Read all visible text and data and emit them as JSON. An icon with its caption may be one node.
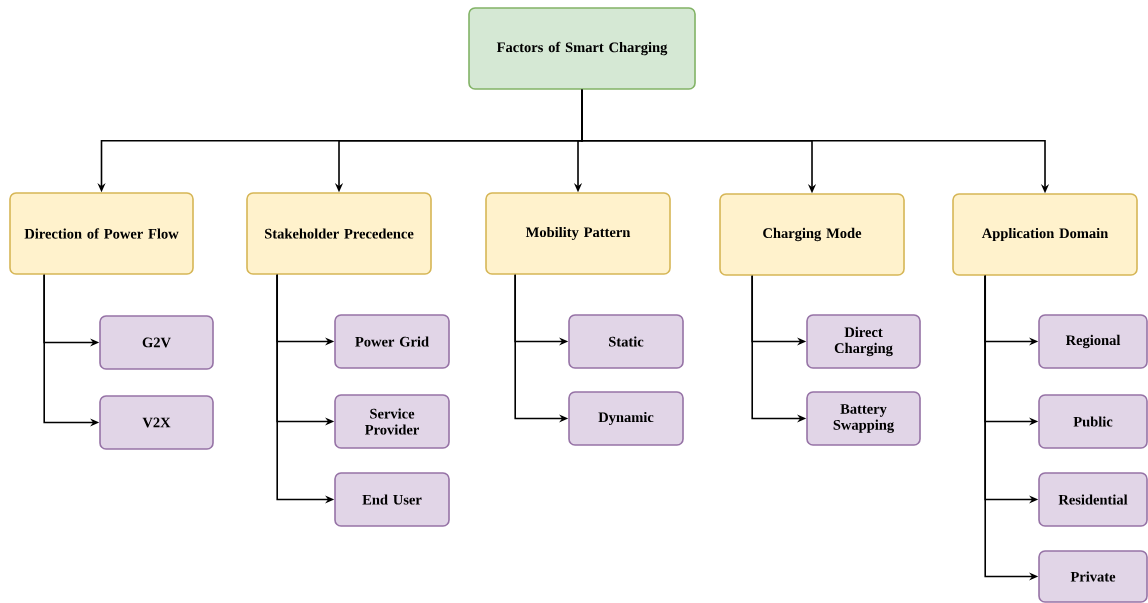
{
  "diagram": {
    "nodes": [
      {
        "text": [
          "Factors of Smart Charging"
        ]
      },
      {
        "text": [
          "Direction of Power Flow"
        ]
      },
      {
        "text": [
          "Stakeholder Precedence"
        ]
      },
      {
        "text": [
          "Mobility Pattern"
        ]
      },
      {
        "text": [
          "Charging Mode"
        ]
      },
      {
        "text": [
          "Application Domain"
        ]
      },
      {
        "text": [
          "G2V"
        ]
      },
      {
        "text": [
          "V2X"
        ]
      },
      {
        "text": [
          "Power Grid"
        ]
      },
      {
        "text": [
          "Service Provider"
        ]
      },
      {
        "text": [
          "End User"
        ]
      },
      {
        "text": [
          "Static"
        ]
      },
      {
        "text": [
          "Dynamic"
        ]
      },
      {
        "text": [
          "Direct Charging"
        ]
      },
      {
        "text": [
          "Battery Swapping"
        ]
      },
      {
        "text": [
          "Regional"
        ]
      },
      {
        "text": [
          "Public"
        ]
      },
      {
        "text": [
          "Residential"
        ]
      },
      {
        "text": [
          "Private"
        ]
      }
    ],
    "edges": [
      {
        "from": 0,
        "to": 1,
        "arrow": "to"
      },
      {
        "from": 0,
        "to": 2,
        "arrow": "to"
      },
      {
        "from": 0,
        "to": 3,
        "arrow": "to"
      },
      {
        "from": 0,
        "to": 4,
        "arrow": "to"
      },
      {
        "from": 0,
        "to": 5,
        "arrow": "to"
      },
      {
        "from": 1,
        "to": 6,
        "arrow": "to"
      },
      {
        "from": 1,
        "to": 7,
        "arrow": "to"
      },
      {
        "from": 2,
        "to": 8,
        "arrow": "to"
      },
      {
        "from": 2,
        "to": 9,
        "arrow": "to"
      },
      {
        "from": 2,
        "to": 10,
        "arrow": "to"
      },
      {
        "from": 3,
        "to": 11,
        "arrow": "to"
      },
      {
        "from": 3,
        "to": 12,
        "arrow": "to"
      },
      {
        "from": 4,
        "to": 13,
        "arrow": "to"
      },
      {
        "from": 4,
        "to": 14,
        "arrow": "to"
      },
      {
        "from": 5,
        "to": 15,
        "arrow": "to"
      },
      {
        "from": 5,
        "to": 16,
        "arrow": "to"
      },
      {
        "from": 5,
        "to": 17,
        "arrow": "to"
      },
      {
        "from": 5,
        "to": 18,
        "arrow": "to"
      }
    ]
  }
}
